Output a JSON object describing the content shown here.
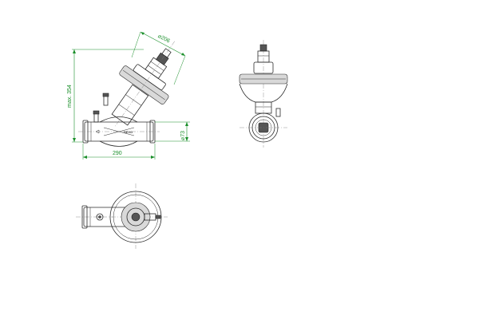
{
  "dimensions": {
    "height_label": "max. 354",
    "width_label": "290",
    "flange_label": "⌀206",
    "pipe_label": "⌀73"
  },
  "valve": {
    "brand_label": "SEVO"
  },
  "colors": {
    "dimension": "#1a8f2a",
    "outline": "#2b2b2b",
    "background": "#ffffff"
  }
}
